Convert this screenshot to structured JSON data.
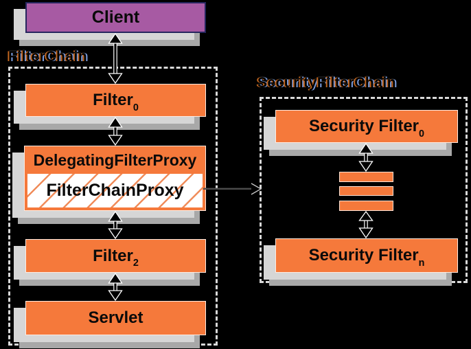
{
  "colors": {
    "background": "#000000",
    "node_orange": "#f5793b",
    "client_purple": "#a75aa3",
    "client_border": "#26265e",
    "shadow_light": "#d6d6d6",
    "shadow_dark": "#a8a8a8",
    "hatch_orange": "#f08c5a",
    "label_fringe_left": "#c2661f",
    "label_fringe_right": "#7d9fe0",
    "dashed_border": "#d9d9d9"
  },
  "left_chain": {
    "label": "FilterChain",
    "nodes": {
      "client": "Client",
      "filter0": {
        "base": "Filter",
        "sub": "0"
      },
      "delegating_filter_proxy": "DelegatingFilterProxy",
      "filter_chain_proxy": "FilterChainProxy",
      "filter2": {
        "base": "Filter",
        "sub": "2"
      },
      "servlet": "Servlet"
    }
  },
  "right_chain": {
    "label": "SecurityFilterChain",
    "nodes": {
      "security_filter0": {
        "base": "Security Filter",
        "sub": "0"
      },
      "security_filtern": {
        "base": "Security Filter",
        "sub": "n"
      }
    }
  }
}
